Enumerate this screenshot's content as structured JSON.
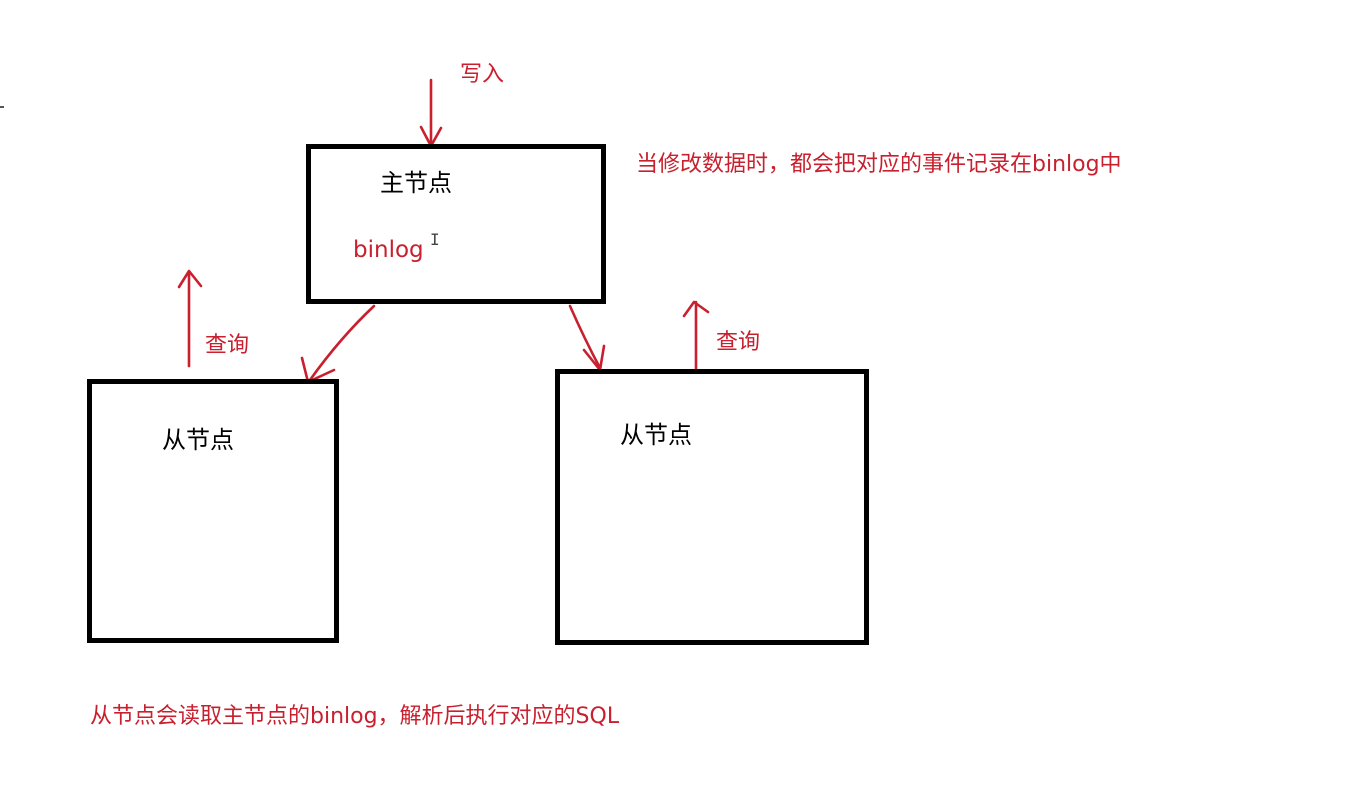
{
  "diagram": {
    "master": {
      "title": "主节点",
      "log": "binlog"
    },
    "slaves": [
      {
        "title": "从节点"
      },
      {
        "title": "从节点"
      }
    ],
    "labels": {
      "write": "写入",
      "query_left": "查询",
      "query_right": "查询"
    },
    "notes": {
      "master_note": "当修改数据时，都会把对应的事件记录在binlog中",
      "slave_note": "从节点会读取主节点的binlog，解析后执行对应的SQL"
    }
  },
  "colors": {
    "annotation": "#c8202e",
    "box_border": "#000000",
    "background": "#ffffff"
  }
}
